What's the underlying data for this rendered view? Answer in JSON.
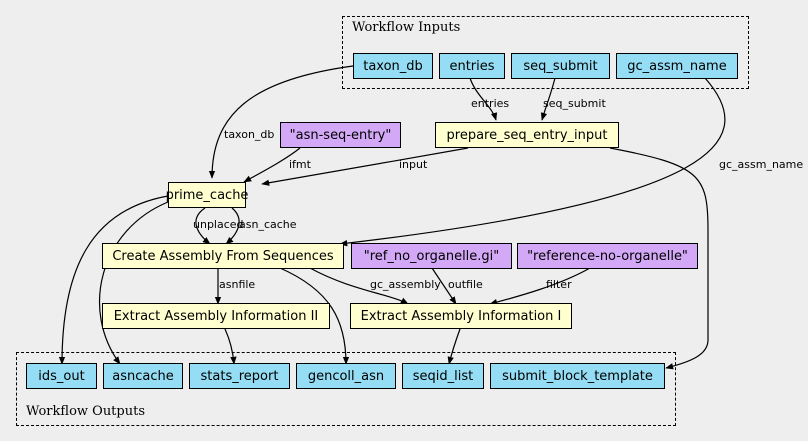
{
  "clusters": {
    "inputs": "Workflow Inputs",
    "outputs": "Workflow Outputs"
  },
  "nodes": {
    "taxon_db": "taxon_db",
    "entries": "entries",
    "seq_submit": "seq_submit",
    "gc_assm_name": "gc_assm_name",
    "asn_seq_entry": "\"asn-seq-entry\"",
    "prepare_seq_entry_input": "prepare_seq_entry_input",
    "prime_cache": "prime_cache",
    "create_assembly": "Create Assembly From Sequences",
    "ref_no_organelle_gi": "\"ref_no_organelle.gi\"",
    "reference_no_organelle": "\"reference-no-organelle\"",
    "extract_info_2": "Extract Assembly Information II",
    "extract_info_1": "Extract Assembly Information I",
    "ids_out": "ids_out",
    "asncache": "asncache",
    "stats_report": "stats_report",
    "gencoll_asn": "gencoll_asn",
    "seqid_list": "seqid_list",
    "submit_block_template": "submit_block_template"
  },
  "edge_labels": {
    "taxon_db": "taxon_db",
    "entries": "entries",
    "seq_submit": "seq_submit",
    "gc_assm_name": "gc_assm_name",
    "ifmt": "ifmt",
    "input": "input",
    "unplaced": "unplaced",
    "asn_cache": "asn_cache",
    "asnfile": "asnfile",
    "gc_assembly": "gc_assembly",
    "outfile": "outfile",
    "filter": "filter"
  }
}
